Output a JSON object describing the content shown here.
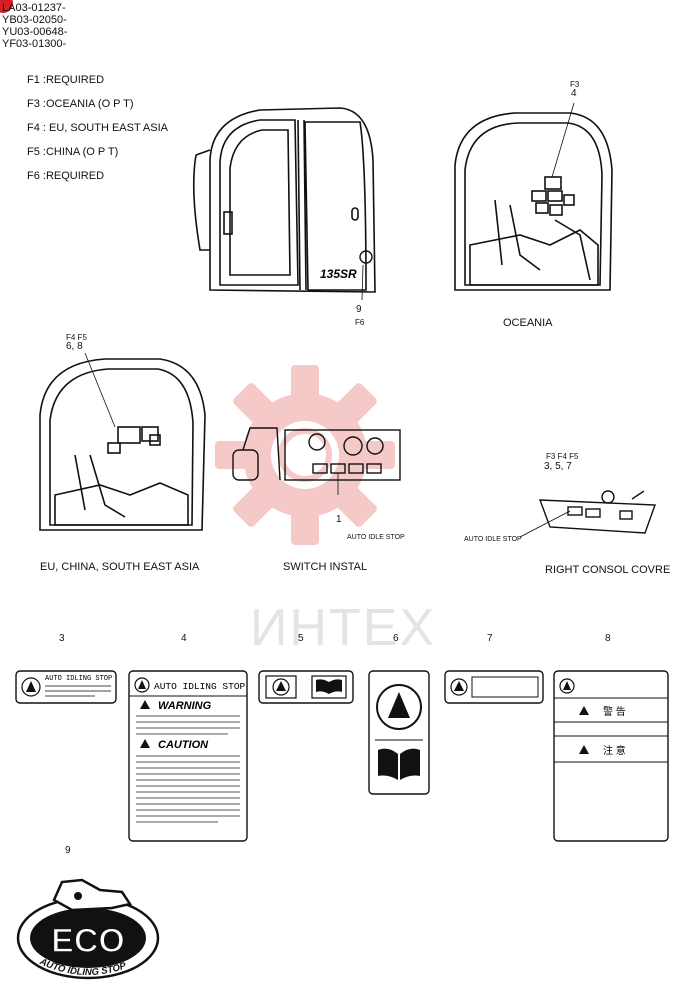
{
  "serials": [
    "LA03-01237-",
    "YB03-02050-",
    "YU03-00648-",
    "YF03-01300-"
  ],
  "notes": [
    "F1 :REQUIRED",
    "F3 :OCEANIA  (O P T)",
    "F4 : EU, SOUTH EAST ASIA",
    "F5 :CHINA  (O P T)",
    "F6 :REQUIRED"
  ],
  "watermark": "ИНТЕХ",
  "views": {
    "cab_exterior": {
      "model_mark": "135SR",
      "callout_num": "9",
      "callout_flag": "F6"
    },
    "oceania": {
      "caption": "OCEANIA",
      "callout_flag": "F3",
      "callout_num": "4"
    },
    "eu": {
      "caption": "EU, CHINA, SOUTH EAST ASIA",
      "callout_flags": "F4  F5",
      "callout_nums": "6, 8"
    },
    "switch": {
      "caption": "SWITCH INSTAL",
      "callout_num": "1",
      "label": "AUTO IDLE STOP"
    },
    "console": {
      "caption": "RIGHT CONSOL COVRE",
      "callout_flags": "F3  F4  F5",
      "callout_nums": "3, 5, 7",
      "label": "AUTO IDLE STOP"
    }
  },
  "parts": [
    {
      "num": "3",
      "title": "AUTO IDLING STOP"
    },
    {
      "num": "4",
      "title": "AUTO IDLING STOP",
      "warning": "WARNING",
      "caution": "CAUTION"
    },
    {
      "num": "5"
    },
    {
      "num": "6"
    },
    {
      "num": "7"
    },
    {
      "num": "8",
      "line1": "警 告",
      "line2": "注 意"
    },
    {
      "num": "9",
      "logo": "ECO",
      "logo_ring": "AUTO IDLING STOP"
    }
  ]
}
